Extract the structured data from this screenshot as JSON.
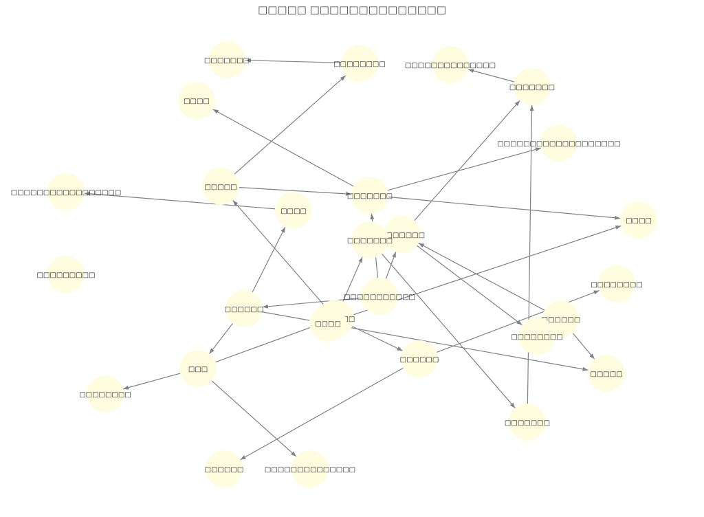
{
  "diagram": {
    "title": "□□□□□ □□□□□□□□□□□□□□",
    "colors": {
      "node_fill": "#fffde0",
      "edge": "#808088",
      "text": "#222222"
    },
    "nodes": [
      {
        "id": "n1",
        "label": "□□□□□□□"
      },
      {
        "id": "n2",
        "label": "□□□□□□□□"
      },
      {
        "id": "n3",
        "label": "□□□□□□□□□□□□□□"
      },
      {
        "id": "n4",
        "label": "□□□□"
      },
      {
        "id": "n5",
        "label": "□□□□□□□"
      },
      {
        "id": "n6",
        "label": "□□□□□□□□□□□□□□□□□"
      },
      {
        "id": "n7",
        "label": "□□□□□"
      },
      {
        "id": "n8",
        "label": "□□□□"
      },
      {
        "id": "n9",
        "label": "□□□□□□□"
      },
      {
        "id": "n10",
        "label": "□□□□□□□□□□□□□□□□□□□"
      },
      {
        "id": "n11",
        "label": "□□□□"
      },
      {
        "id": "n12",
        "label": "□□□□□□□"
      },
      {
        "id": "n13",
        "label": "□□□□□□□"
      },
      {
        "id": "n14",
        "label": "□□□□□□□□□"
      },
      {
        "id": "n15",
        "label": "□□□□□□□□"
      },
      {
        "id": "n16",
        "label": "□□□□□□□□□□□"
      },
      {
        "id": "n17",
        "label": "□□□□□□"
      },
      {
        "id": "n18",
        "label": "□□□□□□"
      },
      {
        "id": "n19",
        "label": "□□□□□□"
      },
      {
        "id": "n20",
        "label": "□□□□"
      },
      {
        "id": "n21",
        "label": "□□□□□□□□"
      },
      {
        "id": "n22",
        "label": "□□□"
      },
      {
        "id": "n23",
        "label": "□□□□□□"
      },
      {
        "id": "n24",
        "label": "□□□□□"
      },
      {
        "id": "n25",
        "label": "□□□□□□□□"
      },
      {
        "id": "n26",
        "label": "□□□□□□□"
      },
      {
        "id": "n27",
        "label": "□□□□□□"
      },
      {
        "id": "n28",
        "label": "□□□□□□□□□□□□□□"
      },
      {
        "id": "n29",
        "label": "□□□□□□"
      }
    ],
    "edges": [
      {
        "from": "n2",
        "to": "n1"
      },
      {
        "from": "n5",
        "to": "n3"
      },
      {
        "from": "n26",
        "to": "n5"
      },
      {
        "from": "n8",
        "to": "n6"
      },
      {
        "from": "n7",
        "to": "n2"
      },
      {
        "from": "n7",
        "to": "n9"
      },
      {
        "from": "n9",
        "to": "n4"
      },
      {
        "from": "n9",
        "to": "n10"
      },
      {
        "from": "n9",
        "to": "n11"
      },
      {
        "from": "n17",
        "to": "n8"
      },
      {
        "from": "n17",
        "to": "n22"
      },
      {
        "from": "n17",
        "to": "n24"
      },
      {
        "from": "n22",
        "to": "n25"
      },
      {
        "from": "n22",
        "to": "n28"
      },
      {
        "from": "n19",
        "to": "n13"
      },
      {
        "from": "n19",
        "to": "n7"
      },
      {
        "from": "n19",
        "to": "n23"
      },
      {
        "from": "n16",
        "to": "n17"
      },
      {
        "from": "n16",
        "to": "n12"
      },
      {
        "from": "n16",
        "to": "n9"
      },
      {
        "from": "n12",
        "to": "n5"
      },
      {
        "from": "n12",
        "to": "n21"
      },
      {
        "from": "n13",
        "to": "n26"
      },
      {
        "from": "n23",
        "to": "n27"
      },
      {
        "from": "n23",
        "to": "n15"
      },
      {
        "from": "n18",
        "to": "n12"
      },
      {
        "from": "n18",
        "to": "n24"
      },
      {
        "from": "n20",
        "to": "n11"
      },
      {
        "from": "n22",
        "to": "n19"
      }
    ]
  }
}
